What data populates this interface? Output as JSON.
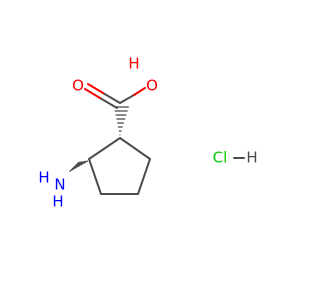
{
  "molecule": {
    "atoms": {
      "carbonyl_oxygen": "O",
      "hydroxyl_oxygen": "O",
      "hydroxyl_hydrogen": "H",
      "amine_nitrogen": "N",
      "amine_hydrogen_1": "H",
      "amine_hydrogen_2": "H"
    }
  },
  "salt": {
    "chlorine": "Cl",
    "hydrogen": "H"
  },
  "colors": {
    "bond": "#4d4d4d",
    "oxygen": "#ff0000",
    "nitrogen": "#0000ff",
    "chlorine": "#00cc00"
  }
}
